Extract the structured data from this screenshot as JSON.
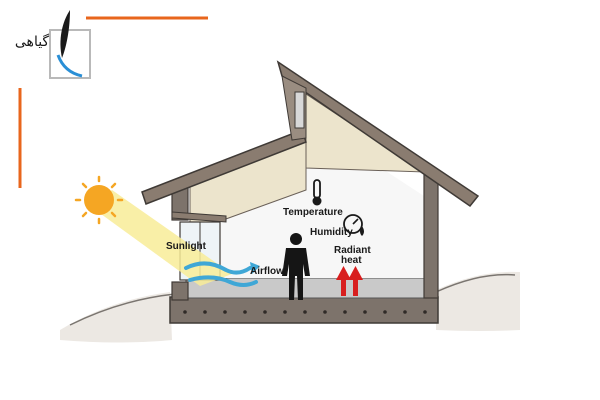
{
  "diagram": {
    "labels": {
      "sunlight": "Sunlight",
      "airflow": "Airflow",
      "temperature": "Temperature",
      "humidity": "Humidity",
      "radiant_heat_line1": "Radiant",
      "radiant_heat_line2": "heat"
    },
    "logo": {
      "text": "گیاهی"
    },
    "colors": {
      "accent": "#e8661c",
      "sun": "#f5a623",
      "roof": "#8a7c70",
      "ceiling": "#ece4cc",
      "wall": "#f5f5f5",
      "floor": "#c9c9c9",
      "heat": "#d81e1e",
      "airflow": "#3fa7d6"
    },
    "icons": [
      "sun-icon",
      "thermometer-icon",
      "humidity-gauge-icon",
      "person-icon",
      "heat-arrow-icon",
      "airflow-arrow-icon",
      "logo-icon"
    ]
  }
}
